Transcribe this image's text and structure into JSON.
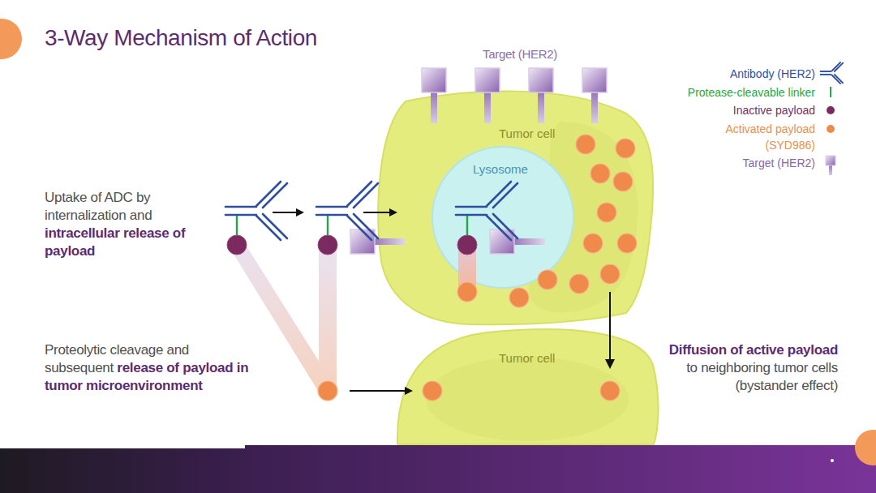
{
  "diagram": {
    "title": "3-Way Mechanism of Action",
    "nodes": [
      {
        "text": [
          "Tumor cell"
        ]
      },
      {
        "text": [
          "Lysosome"
        ],
        "in": 0
      },
      {
        "text": [
          "Tumor cell"
        ]
      }
    ],
    "edges": [
      {
        "from": 0,
        "to": 2,
        "arrow": "to"
      }
    ],
    "labels": [
      "Target (HER2)",
      "Uptake of ADC by internalization and",
      "intracellular release of payload",
      "Proteolytic cleavage and subsequent",
      "release of payload in tumor microenvironment",
      "Diffusion of active payload",
      "to neighboring tumor cells (bystander effect)"
    ],
    "legend": [
      {
        "text": "Antibody (HER2)"
      },
      {
        "text": "Protease-cleavable linker"
      },
      {
        "text": "Inactive payload",
        "color": "#7a2a5f"
      },
      {
        "text": "Activated payload (SYD986)",
        "color": "#f08a4b"
      },
      {
        "text": "Target (HER2)"
      }
    ]
  }
}
